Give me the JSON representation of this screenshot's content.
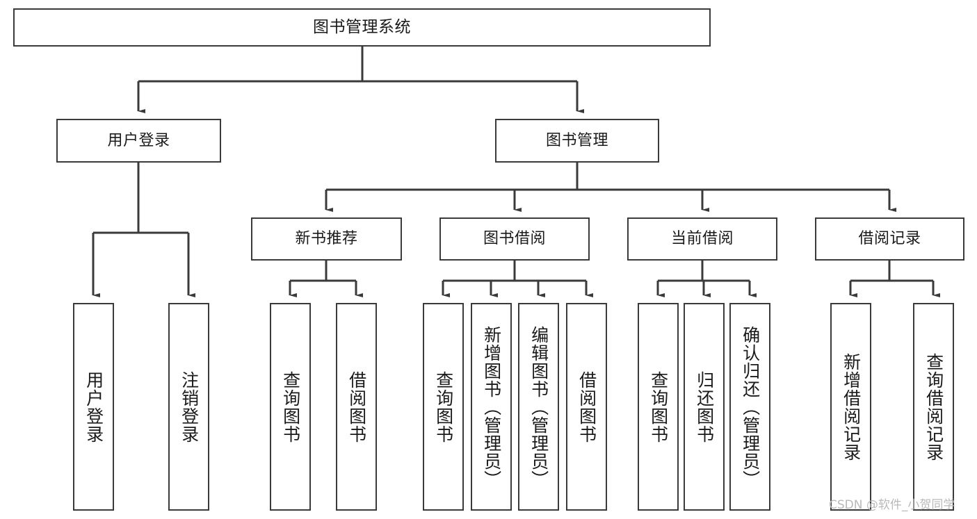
{
  "diagram": {
    "title": "图书管理系统",
    "type": "tree",
    "watermark": "CSDN @软件_小贺同学",
    "colors": {
      "stroke": "#3a3a3a",
      "fill": "#ffffff",
      "text": "#1a1a1a",
      "watermark": "#b9b9b9"
    },
    "levels": {
      "root": {
        "label": "图书管理系统"
      },
      "level1": [
        {
          "label": "用户登录"
        },
        {
          "label": "图书管理"
        }
      ],
      "level2": [
        {
          "label": "新书推荐"
        },
        {
          "label": "图书借阅"
        },
        {
          "label": "当前借阅"
        },
        {
          "label": "借阅记录"
        }
      ],
      "leaves": [
        {
          "label": "用户登录"
        },
        {
          "label": "注销登录"
        },
        {
          "label": "查询图书"
        },
        {
          "label": "借阅图书"
        },
        {
          "label": "查询图书"
        },
        {
          "label": "新增图书（管理员）"
        },
        {
          "label": "编辑图书（管理员）"
        },
        {
          "label": "借阅图书"
        },
        {
          "label": "查询图书"
        },
        {
          "label": "归还图书"
        },
        {
          "label": "确认归还（管理员）"
        },
        {
          "label": "新增借阅记录"
        },
        {
          "label": "查询借阅记录"
        }
      ]
    }
  }
}
